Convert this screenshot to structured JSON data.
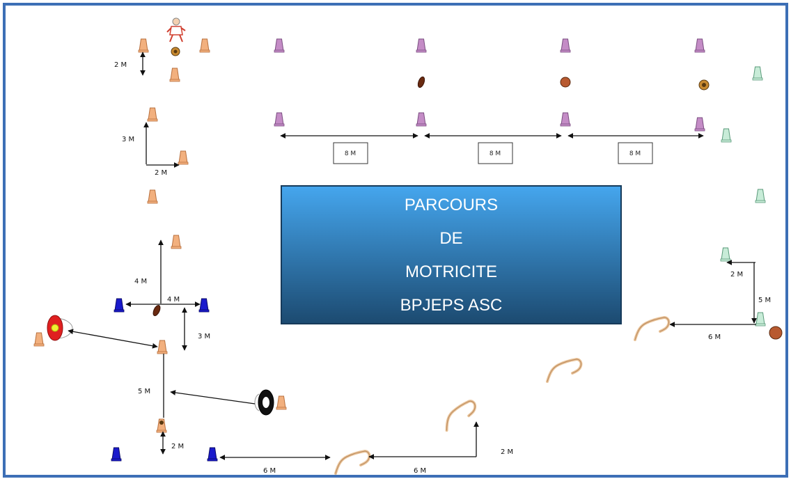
{
  "title": {
    "lines": [
      "PARCOURS",
      "DE",
      "MOTRICITE",
      "BPJEPS ASC"
    ]
  },
  "distances": {
    "top_2m": "2 M",
    "left_3m": "3 M",
    "left_2m_h": "2 M",
    "top_8m_a": "8 M",
    "top_8m_b": "8 M",
    "top_8m_c": "8 M",
    "mid_4m_v": "4 M",
    "mid_4m_h": "4 M",
    "mid_3m": "3 M",
    "mid_5m": "5 M",
    "bottom_2m_v": "2 M",
    "bottom_6m_a": "6 M",
    "bottom_6m_b": "6 M",
    "bottom_2m_r": "2 M",
    "right_2m": "2 M",
    "right_5m": "5 M",
    "right_6m": "6 M"
  },
  "colors": {
    "frame": "#3d6fb6",
    "cone_orange": "#f2b07e",
    "cone_purple": "#c48cc6",
    "cone_mint": "#a8dcc4",
    "cone_blue": "#1a1acc",
    "hurdle": "#e9c49a",
    "ball_brown": "#9a4a22",
    "target_red": "#e02020",
    "title_top": "#45a6ee",
    "title_bottom": "#1c4a70"
  }
}
